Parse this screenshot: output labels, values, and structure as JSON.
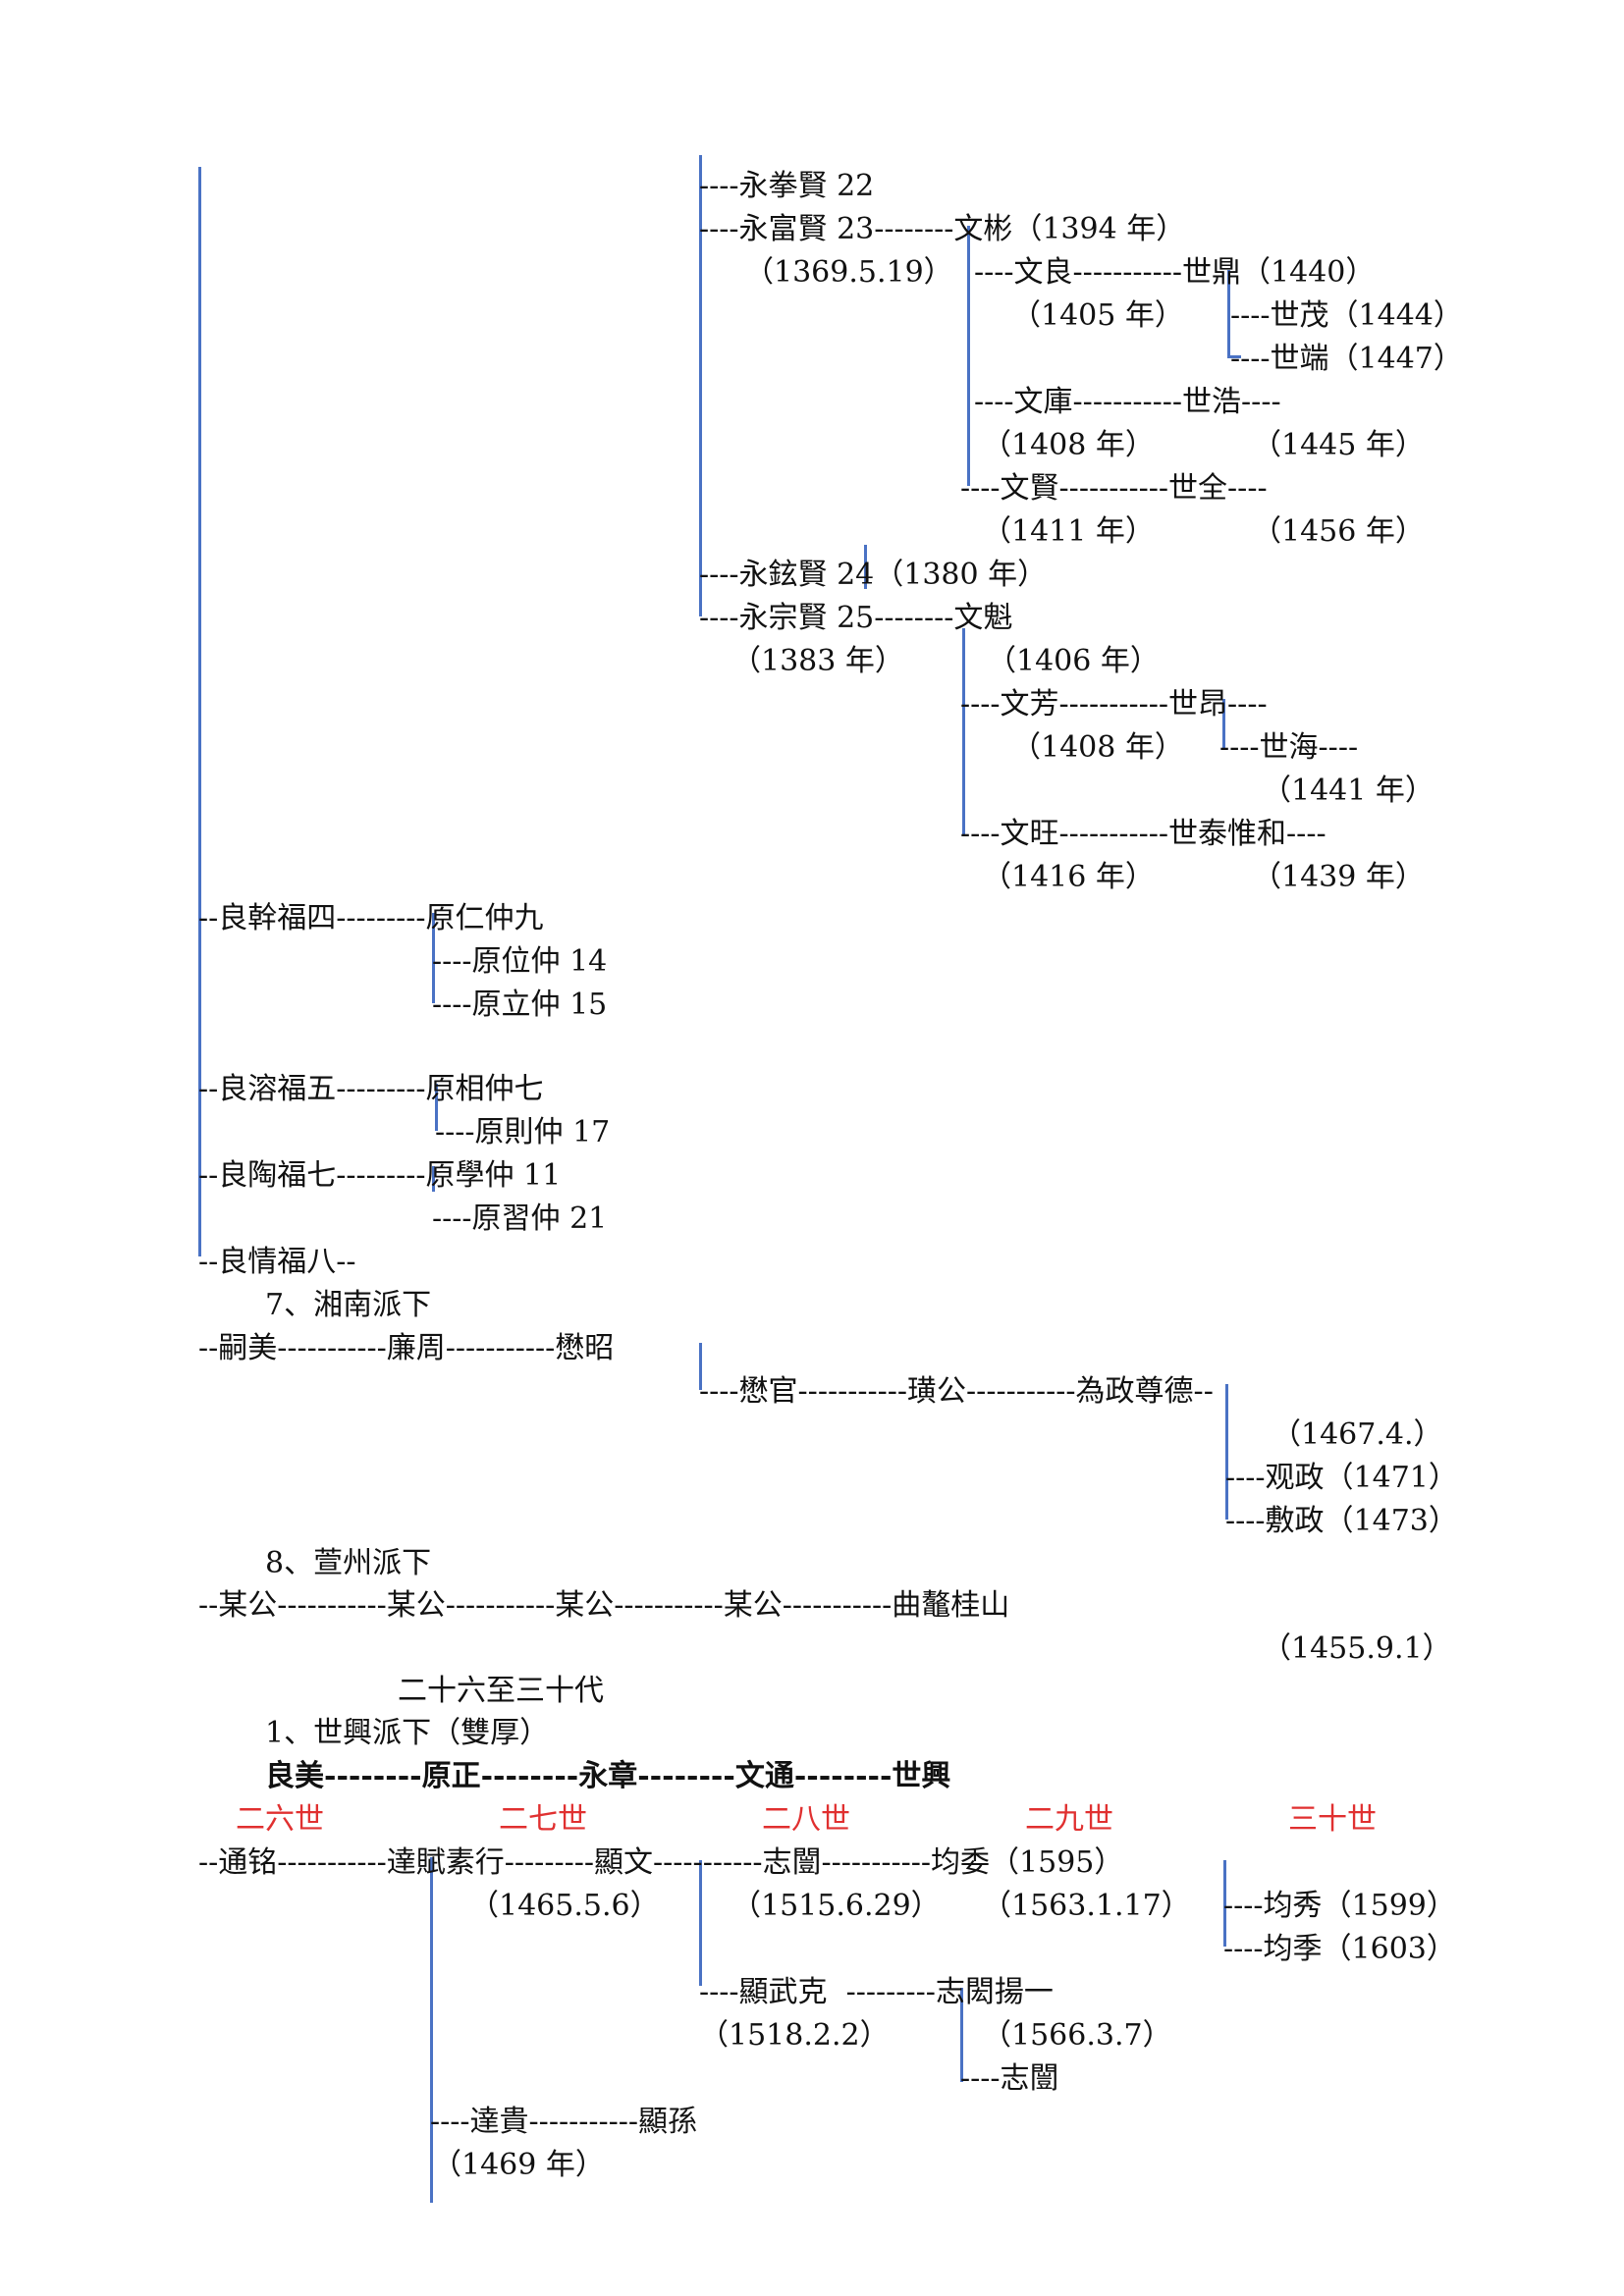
{
  "sections": {
    "xiangnan": "7、湘南派下",
    "xuanzhou": "8、萱州派下",
    "generations_title": "二十六至三十代",
    "shixing": "1、世興派下（雙厚）"
  },
  "lineage_header": "良美--------原正--------永章--------文通--------世興",
  "generation_labels": [
    "二六世",
    "二七世",
    "二八世",
    "二九世",
    "三十世"
  ],
  "lines": [
    "----永拳賢 22",
    "----永富賢 23--------文彬（1394 年）",
    "（1369.5.19）",
    "----文良-----------世鼎（1440）",
    "----世茂（1444）",
    "----世端（1447）",
    "（1405 年）",
    "----文庫-----------世浩----",
    "（1408 年）",
    "（1445 年）",
    "----文賢-----------世全----",
    "（1411 年）",
    "（1456 年）",
    "----永鉉賢 24（1380 年）",
    "----永宗賢 25--------文魁",
    "（1383 年）",
    "（1406 年）",
    "----文芳-----------世昂----",
    "----世海----",
    "（1408 年）",
    "（1441 年）",
    "----文旺-----------世泰惟和----",
    "（1416 年）",
    "（1439 年）",
    "--良幹福四---------原仁仲九",
    "----原位仲 14",
    "----原立仲 15",
    "--良溶福五---------原相仲七",
    "----原則仲 17",
    "--良陶福七---------原學仲 11",
    "----原習仲 21",
    "--良情福八--",
    "--嗣美-----------廉周-----------懋昭",
    "----懋官-----------璜公-----------為政尊德--",
    "（1467.4.）",
    "----观政（1471）",
    "----敷政（1473）",
    "--某公-----------某公-----------某公-----------某公-----------曲鼇桂山",
    "（1455.9.1）",
    "--通铭-----------達賦素行---------顯文-----------志闓-----------均委（1595）",
    "（1465.5.6）",
    "（1515.6.29）",
    "（1563.1.17）",
    "----均秀（1599）",
    "----均季（1603）",
    "----顯武克  ---------志閎揚一",
    "（1518.2.2）",
    "（1566.3.7）",
    "----志闓",
    "----達貴-----------顯孫",
    "（1469 年）"
  ],
  "colors": {
    "line": "#4a72c4",
    "generation": "#e03030"
  }
}
